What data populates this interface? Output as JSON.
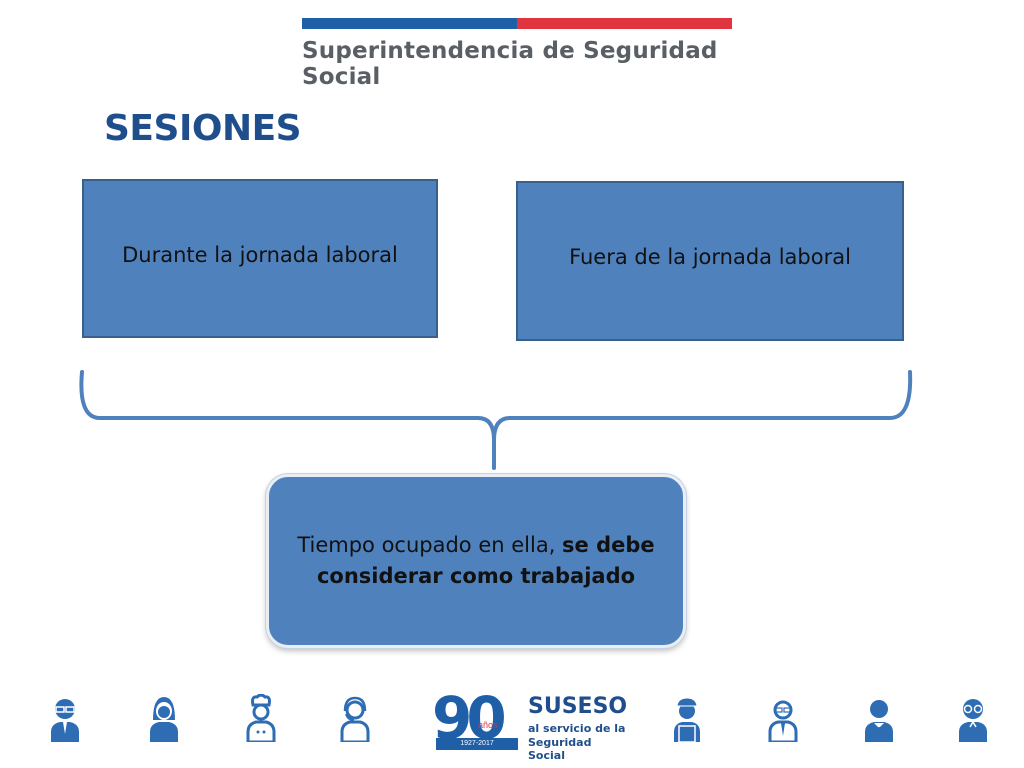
{
  "header": {
    "org_name": "Superintendencia de Seguridad Social",
    "colors": {
      "blue": "#1f5fa8",
      "red": "#e0343f"
    }
  },
  "slide": {
    "title": "SESIONES",
    "box_left": "Durante la jornada laboral",
    "box_right": "Fuera de la jornada laboral",
    "result_plain": "Tiempo ocupado en ella, ",
    "result_bold": "se debe considerar como trabajado",
    "box_color": "#4f81bd"
  },
  "footer": {
    "icons": [
      "person-glasses-icon",
      "person-woman-icon",
      "chef-icon",
      "headset-operator-icon",
      "worker-icon",
      "person-tie-icon",
      "waiter-icon",
      "elderly-person-icon"
    ],
    "logo": {
      "number": "90",
      "anos": "años",
      "years": "1927-2017",
      "name": "SUSESO",
      "sub1": "al servicio de la",
      "sub2": "Seguridad Social"
    }
  }
}
